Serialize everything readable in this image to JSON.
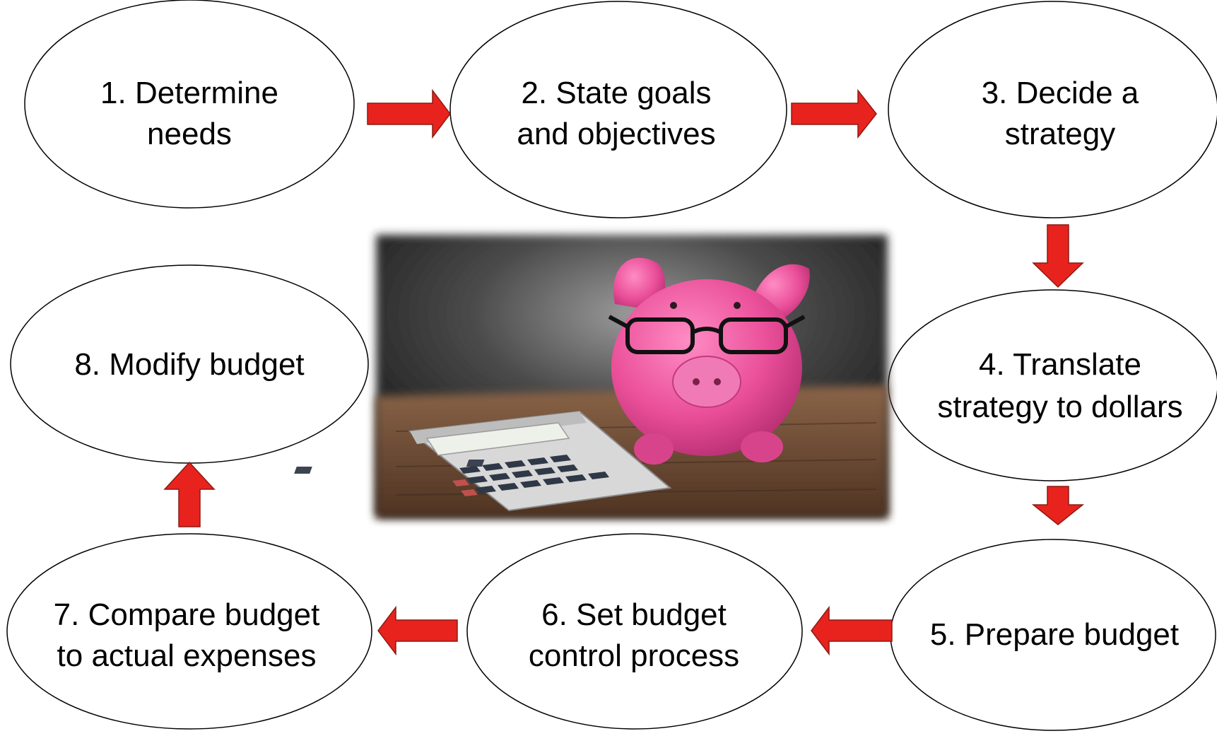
{
  "steps": [
    {
      "number": "1.",
      "lines": [
        "1.  Determine",
        "needs"
      ]
    },
    {
      "number": "2.",
      "lines": [
        "2.  State goals",
        "and objectives"
      ]
    },
    {
      "number": "3.",
      "lines": [
        "3.  Decide a",
        "strategy"
      ]
    },
    {
      "number": "4.",
      "lines": [
        "4.  Translate",
        "strategy to dollars"
      ]
    },
    {
      "number": "5.",
      "lines": [
        "5.  Prepare budget"
      ]
    },
    {
      "number": "6.",
      "lines": [
        "6.  Set budget",
        "control process"
      ]
    },
    {
      "number": "7.",
      "lines": [
        "7. Compare budget",
        "to actual expenses"
      ]
    },
    {
      "number": "8.",
      "lines": [
        "8.  Modify budget"
      ]
    }
  ],
  "colors": {
    "arrow_fill": "#e8231d",
    "arrow_stroke": "#8c1a14",
    "ellipse_stroke": "#000000",
    "pig": "#e8539a",
    "table": "#6b4a33",
    "background_photo": "#2c2c2c"
  },
  "image": {
    "subject": "pink piggy bank wearing glasses next to a calculator on a wooden table"
  }
}
